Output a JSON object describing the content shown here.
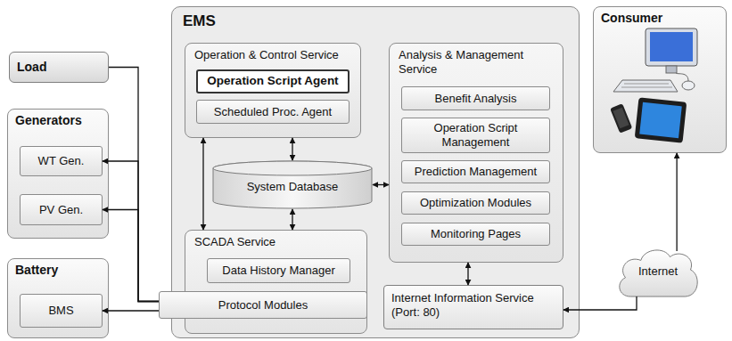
{
  "diagram": {
    "nodes": [
      {
        "text": [
          "Load"
        ]
      },
      {
        "text": [
          "Generators"
        ]
      },
      {
        "text": [
          "WT Gen."
        ],
        "in": 1
      },
      {
        "text": [
          "PV Gen."
        ],
        "in": 1
      },
      {
        "text": [
          "Battery"
        ]
      },
      {
        "text": [
          "BMS"
        ],
        "in": 4
      },
      {
        "text": [
          "EMS"
        ]
      },
      {
        "text": [
          "Operation & Control Service"
        ],
        "in": 6
      },
      {
        "text": [
          "Operation Script Agent"
        ],
        "in": 7
      },
      {
        "text": [
          "Scheduled Proc. Agent"
        ],
        "in": 7
      },
      {
        "text": [
          "System Database"
        ],
        "in": 6
      },
      {
        "text": [
          "SCADA Service"
        ],
        "in": 6
      },
      {
        "text": [
          "Data History Manager"
        ],
        "in": 11
      },
      {
        "text": [
          "Protocol Modules"
        ],
        "in": 11
      },
      {
        "text": [
          "Analysis & Management Service"
        ],
        "in": 6
      },
      {
        "text": [
          "Benefit Analysis"
        ],
        "in": 14
      },
      {
        "text": [
          "Operation Script Management"
        ],
        "in": 14
      },
      {
        "text": [
          "Prediction Management"
        ],
        "in": 14
      },
      {
        "text": [
          "Optimization Modules"
        ],
        "in": 14
      },
      {
        "text": [
          "Monitoring Pages"
        ],
        "in": 14
      },
      {
        "text": [
          "Internet Information Service (Port: 80)"
        ],
        "in": 6
      },
      {
        "text": [
          "Consumer"
        ]
      },
      {
        "text": [
          "Internet"
        ]
      }
    ],
    "edges": [
      {
        "from": 13,
        "to": 2,
        "arrow": "to"
      },
      {
        "from": 13,
        "to": 3,
        "arrow": "to"
      },
      {
        "from": 13,
        "to": 5,
        "arrow": "to"
      },
      {
        "from": 0,
        "to": 13,
        "arrow": "none"
      },
      {
        "from": 7,
        "to": 10,
        "arrow": "both"
      },
      {
        "from": 10,
        "to": 11,
        "arrow": "both"
      },
      {
        "from": 7,
        "to": 11,
        "arrow": "both"
      },
      {
        "from": 10,
        "to": 14,
        "arrow": "both"
      },
      {
        "from": 14,
        "to": 20,
        "arrow": "both"
      },
      {
        "from": 22,
        "to": 20,
        "arrow": "to"
      },
      {
        "from": 22,
        "to": 21,
        "arrow": "to"
      }
    ]
  }
}
